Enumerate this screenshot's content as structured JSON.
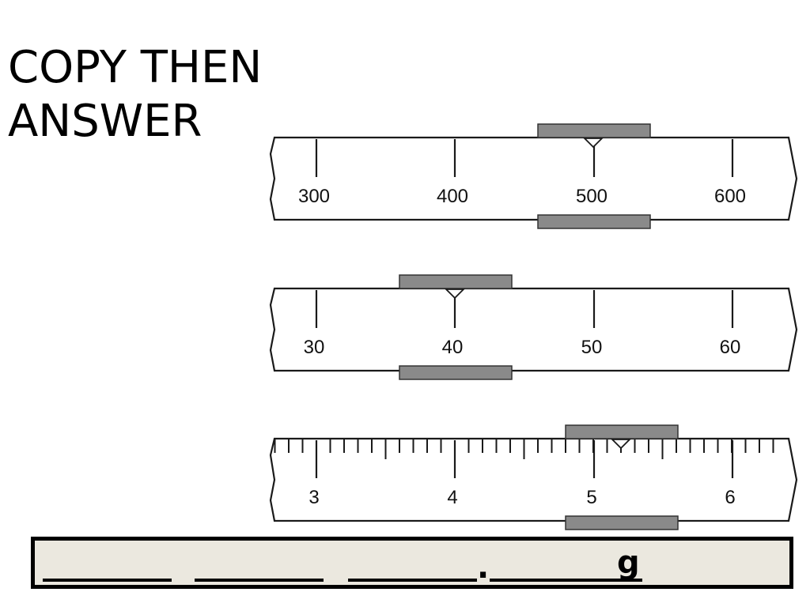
{
  "title": {
    "line1": "COPY THEN",
    "line2": "ANSWER"
  },
  "beams": [
    {
      "labels": [
        "300",
        "400",
        "500",
        "600"
      ],
      "label_values": [
        300,
        400,
        500,
        600
      ],
      "minor_ticks": false,
      "rider_value": 500,
      "rider_color": "#8a8a8a"
    },
    {
      "labels": [
        "30",
        "40",
        "50",
        "60"
      ],
      "label_values": [
        30,
        40,
        50,
        60
      ],
      "minor_ticks": false,
      "rider_value": 40,
      "rider_color": "#8a8a8a"
    },
    {
      "labels": [
        "3",
        "4",
        "5",
        "6"
      ],
      "label_values": [
        3,
        4,
        5,
        6
      ],
      "minor_ticks": true,
      "minor_per_unit": 10,
      "rider_value": 5.2,
      "rider_color": "#8a8a8a"
    }
  ],
  "answer": {
    "blank_count": 4,
    "decimal_point": ".",
    "unit": "g",
    "box_color": "#ebe8df"
  }
}
